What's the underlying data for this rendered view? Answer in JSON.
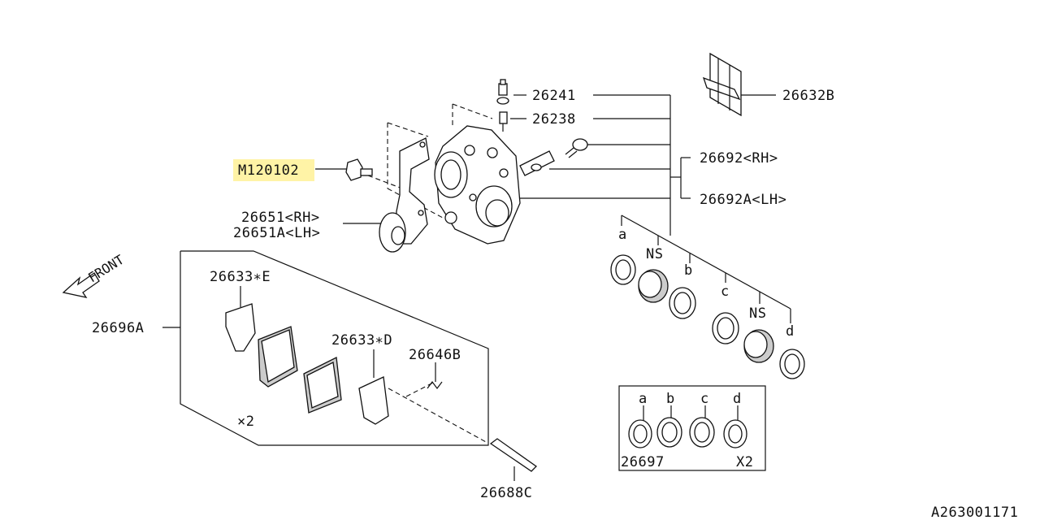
{
  "labels": {
    "bleeder_screw": "26241",
    "bleeder_cap": "26238",
    "pad_clip_kit": "26632B",
    "caliper_rh": "26692<RH>",
    "caliper_lh": "26692A<LH>",
    "bolt": "M120102",
    "support_rh": "26651<RH>",
    "support_lh": "26651A<LH>",
    "pad_set": "26696A",
    "pad_e": "26633∗E",
    "pad_d": "26633∗D",
    "spring": "26646B",
    "pin": "26688C",
    "seal_kit": "26697",
    "qty_pads": "×2",
    "qty_kit": "X2",
    "front": "FRONT",
    "ns1": "NS",
    "ns2": "NS",
    "a": "a",
    "b": "b",
    "c": "c",
    "d": "d",
    "kit_a": "a",
    "kit_b": "b",
    "kit_c": "c",
    "kit_d": "d",
    "diagram_id": "A263001171"
  },
  "colors": {
    "highlight": "#fff3a6",
    "line": "#111111"
  }
}
